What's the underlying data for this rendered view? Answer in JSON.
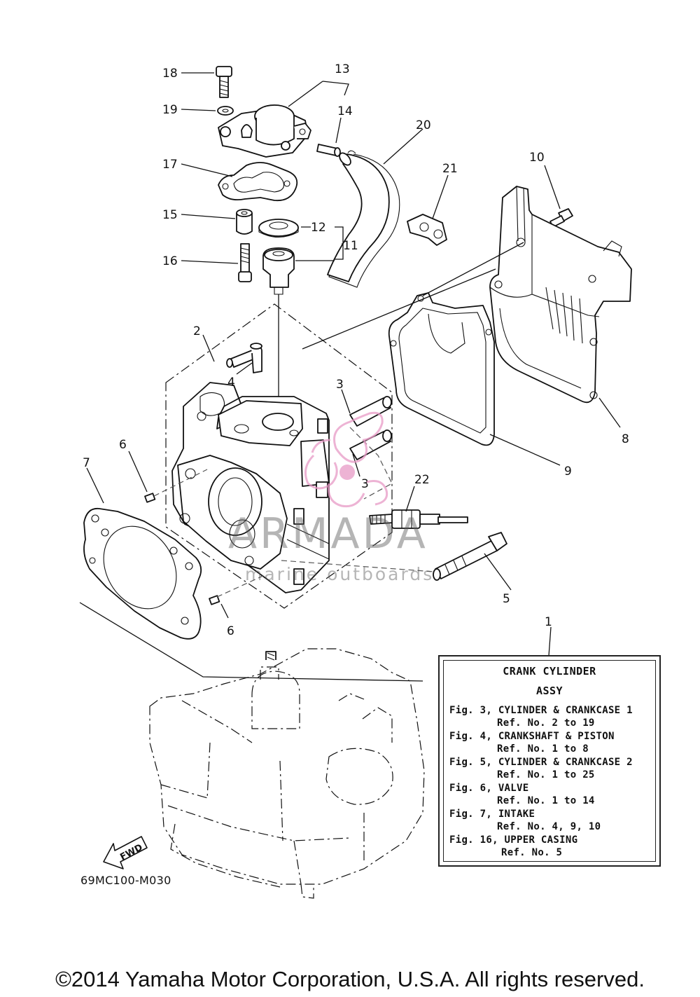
{
  "diagram": {
    "part_labels": [
      "1",
      "2",
      "3",
      "3",
      "4",
      "5",
      "6",
      "6",
      "7",
      "8",
      "9",
      "10",
      "11",
      "12",
      "13",
      "14",
      "15",
      "16",
      "17",
      "18",
      "19",
      "20",
      "21",
      "22"
    ],
    "fwd_label": "FWD",
    "figure_code": "69MC100-M030"
  },
  "legend": {
    "title_line1": "CRANK CYLINDER",
    "title_line2": "ASSY",
    "rows": [
      "Fig. 3, CYLINDER & CRANKCASE 1",
      "Ref. No. 2 to 19",
      "Fig. 4, CRANKSHAFT & PISTON",
      "Ref. No. 1 to 8",
      "Fig. 5, CYLINDER & CRANKCASE 2",
      "Ref. No. 1 to 25",
      "Fig. 6, VALVE",
      "Ref. No. 1 to 14",
      "Fig. 7, INTAKE",
      "Ref. No. 4, 9, 10",
      "Fig. 16, UPPER CASING",
      "Ref. No. 5"
    ]
  },
  "watermark": {
    "brand": "ARMADA",
    "tagline": "marine outboards",
    "color": "#e89ac6"
  },
  "footer": {
    "copyright": "©2014 Yamaha Motor Corporation, U.S.A. All rights reserved."
  }
}
